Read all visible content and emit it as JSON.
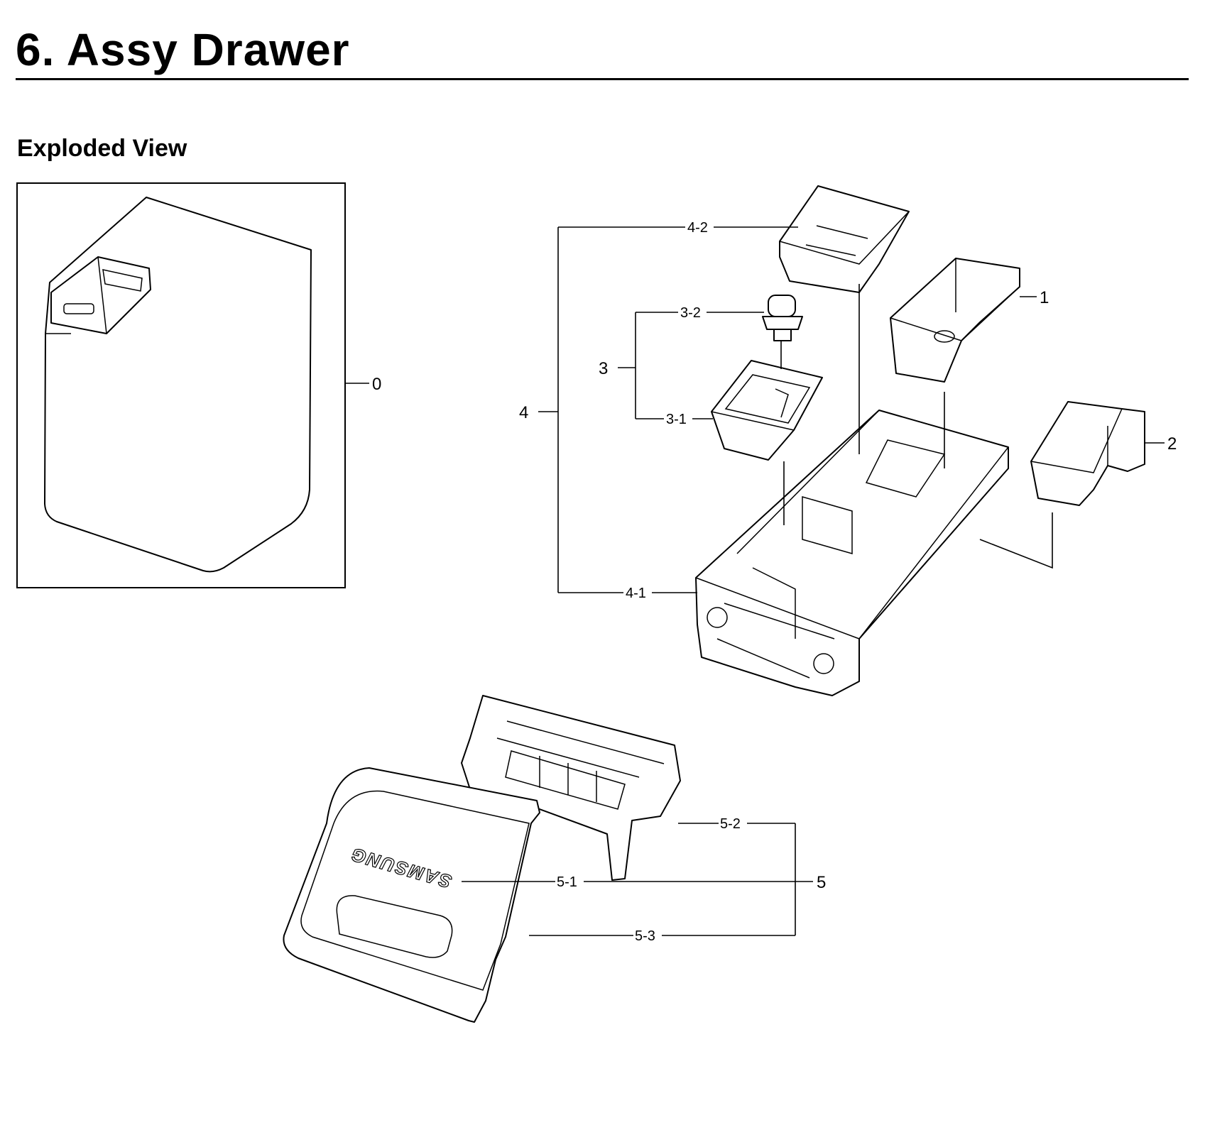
{
  "title": "6.  Assy Drawer",
  "section_heading": "Exploded View",
  "callouts": {
    "c0": "0",
    "c1": "1",
    "c2": "2",
    "c3": "3",
    "c3_1": "3-1",
    "c3_2": "3-2",
    "c4": "4",
    "c4_1": "4-1",
    "c4_2": "4-2",
    "c5": "5",
    "c5_1": "5-1",
    "c5_2": "5-2",
    "c5_3": "5-3"
  },
  "logo_text": "SAMSUNG"
}
